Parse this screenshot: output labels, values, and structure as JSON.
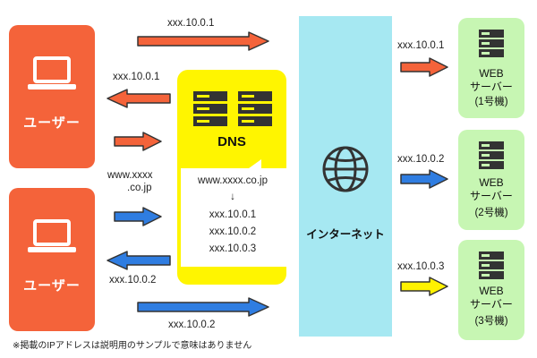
{
  "users": [
    {
      "label": "ユーザー",
      "icon": "laptop-icon"
    },
    {
      "label": "ユーザー",
      "icon": "laptop-icon"
    }
  ],
  "dns": {
    "label": "DNS",
    "icon": "server-rack-icon",
    "record_domain": "www.xxxx.co.jp",
    "record_arrow": "↓",
    "record_ips": [
      "xxx.10.0.1",
      "xxx.10.0.2",
      "xxx.10.0.3"
    ]
  },
  "internet": {
    "label": "インターネット",
    "icon": "globe-icon"
  },
  "web_servers": [
    {
      "line1": "WEB",
      "line2": "サーバー",
      "line3": "(1号機)"
    },
    {
      "line1": "WEB",
      "line2": "サーバー",
      "line3": "(2号機)"
    },
    {
      "line1": "WEB",
      "line2": "サーバー",
      "line3": "(3号機)"
    }
  ],
  "flow_labels": {
    "top_request": "xxx.10.0.1",
    "dns_reply_1": "xxx.10.0.1",
    "query_domain_1": "www.xxxx",
    "query_domain_2": ".co.jp",
    "dns_reply_2": "xxx.10.0.2",
    "bottom_request": "xxx.10.0.2",
    "to_web1": "xxx.10.0.1",
    "to_web2": "xxx.10.0.2",
    "to_web3": "xxx.10.0.3"
  },
  "footnote": "※掲載のIPアドレスは説明用のサンプルで意味はありません",
  "colors": {
    "user": "#f4633a",
    "dns": "#fff500",
    "internet": "#a6e8f2",
    "web": "#c7f6b3",
    "arrow_red": "#f4633a",
    "arrow_blue": "#2f7de1",
    "arrow_yellow": "#fff200"
  }
}
